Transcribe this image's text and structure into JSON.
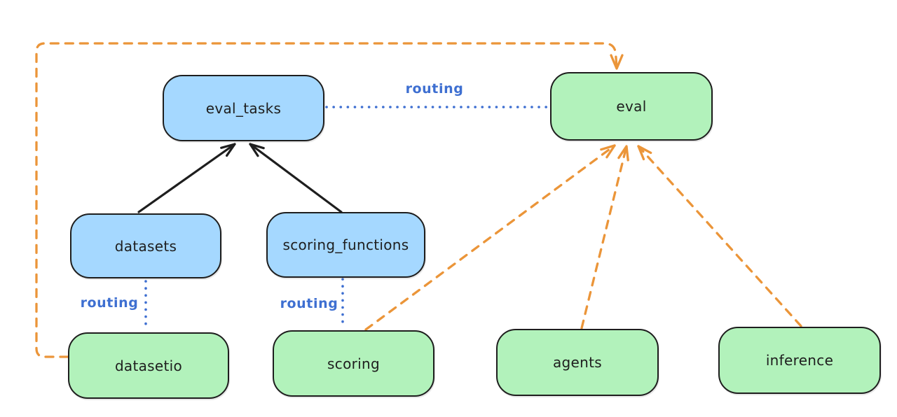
{
  "diagram": {
    "nodes": [
      {
        "id": "eval_tasks",
        "label": "eval_tasks",
        "color": "blue"
      },
      {
        "id": "eval",
        "label": "eval",
        "color": "green"
      },
      {
        "id": "datasets",
        "label": "datasets",
        "color": "blue"
      },
      {
        "id": "scoring_functions",
        "label": "scoring_functions",
        "color": "blue"
      },
      {
        "id": "datasetio",
        "label": "datasetio",
        "color": "green"
      },
      {
        "id": "scoring",
        "label": "scoring",
        "color": "green"
      },
      {
        "id": "agents",
        "label": "agents",
        "color": "green"
      },
      {
        "id": "inference",
        "label": "inference",
        "color": "green"
      }
    ],
    "edge_labels": {
      "routing_top": "routing",
      "routing_datasetio": "routing",
      "routing_scoring": "routing"
    },
    "edges": [
      {
        "from": "datasets",
        "to": "eval_tasks",
        "style": "solid-arrow",
        "color": "black"
      },
      {
        "from": "scoring_functions",
        "to": "eval_tasks",
        "style": "solid-arrow",
        "color": "black"
      },
      {
        "from": "eval_tasks",
        "to": "eval",
        "style": "dotted",
        "color": "blue",
        "label": "routing"
      },
      {
        "from": "datasets",
        "to": "datasetio",
        "style": "dotted",
        "color": "blue",
        "label": "routing"
      },
      {
        "from": "scoring_functions",
        "to": "scoring",
        "style": "dotted",
        "color": "blue",
        "label": "routing"
      },
      {
        "from": "datasetio",
        "to": "eval",
        "style": "dashed-arrow",
        "color": "orange"
      },
      {
        "from": "scoring",
        "to": "eval",
        "style": "dashed-arrow",
        "color": "orange"
      },
      {
        "from": "agents",
        "to": "eval",
        "style": "dashed-arrow",
        "color": "orange"
      },
      {
        "from": "inference",
        "to": "eval",
        "style": "dashed-arrow",
        "color": "orange"
      }
    ]
  },
  "colors": {
    "node_blue": "#a5d8ff",
    "node_green": "#b2f2bb",
    "ink": "#1e1e1e",
    "orange": "#eb9539",
    "routing_blue": "#3e6fd1",
    "background": "#ffffff"
  }
}
